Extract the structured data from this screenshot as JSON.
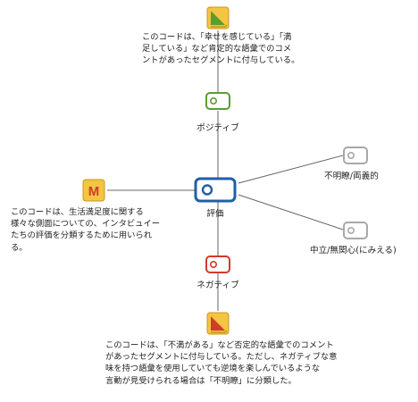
{
  "codes": {
    "root": {
      "label": "評価",
      "color": "#1f5fa8"
    },
    "positive": {
      "label": "ポジティブ",
      "color": "#5a9e2e"
    },
    "negative": {
      "label": "ネガティブ",
      "color": "#d23a2b"
    },
    "unclear": {
      "label": "不明瞭/両義的",
      "color": "#a8a8a8"
    },
    "neutral": {
      "label": "中立/無関心(にみえる)",
      "color": "#a8a8a8"
    }
  },
  "memos": {
    "positive": {
      "icon_colors": [
        "#f4c542",
        "#5a9e2e"
      ],
      "text": "このコードは、「幸せを感じている」「満\n足している」など肯定的な語彙でのコメ\nントがあったセグメントに付与している。"
    },
    "root": {
      "icon_letter": "M",
      "icon_colors": [
        "#f4c542",
        "#d23a2b"
      ],
      "text": "このコードは、生活満足度に関する\n様々な側面についての、インタビュイー\nたちの評価を分類するために用いられ\nる。"
    },
    "negative": {
      "icon_colors": [
        "#f4c542",
        "#d23a2b"
      ],
      "text": "このコードは、「不満がある」など否定的な語彙でのコメント\nがあったセグメントに付与している。ただし、ネガティブな意\n味を持つ語彙を使用していても逆境を楽しんでいるような\n言動が見受けられる場合は「不明瞭」に分類した。"
    }
  }
}
